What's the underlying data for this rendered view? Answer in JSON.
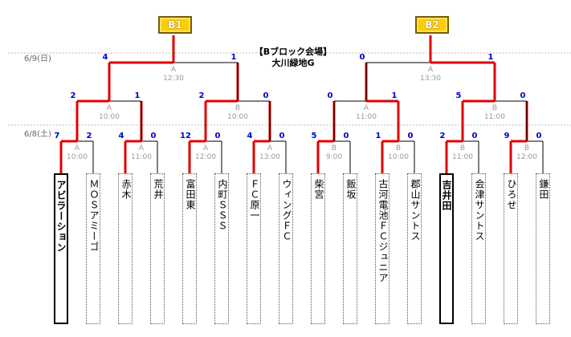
{
  "venue": {
    "line1": "【Bブロック会場】",
    "line2": "大川緑地G"
  },
  "dates": [
    {
      "label": "6/9(日)"
    },
    {
      "label": "6/8(土)"
    }
  ],
  "seeds": [
    {
      "label": "B1"
    },
    {
      "label": "B2"
    }
  ],
  "teams": [
    {
      "name": "アビラーション",
      "winner": true
    },
    {
      "name": "ＭＯＳアミーゴ",
      "winner": false
    },
    {
      "name": "赤木",
      "winner": false
    },
    {
      "name": "荒井",
      "winner": false
    },
    {
      "name": "富田東",
      "winner": false
    },
    {
      "name": "内町ＳＳＳ",
      "winner": false
    },
    {
      "name": "ＦＣ原一",
      "winner": false
    },
    {
      "name": "ウィングＦＣ",
      "winner": false
    },
    {
      "name": "柴宮",
      "winner": false
    },
    {
      "name": "飯坂",
      "winner": false
    },
    {
      "name": "古河電池ＦＣジュニア",
      "winner": false
    },
    {
      "name": "郡山サントス",
      "winner": false
    },
    {
      "name": "吉井田",
      "winner": true
    },
    {
      "name": "会津サントス",
      "winner": false
    },
    {
      "name": "ひろせ",
      "winner": false
    },
    {
      "name": "鎌田",
      "winner": false
    }
  ],
  "matches": [
    {
      "court": "A",
      "time": "10:00",
      "score_left": "7",
      "score_right": "2"
    },
    {
      "court": "A",
      "time": "11:00",
      "score_left": "4",
      "score_right": "0"
    },
    {
      "court": "A",
      "time": "12:00",
      "score_left": "12",
      "score_right": "0"
    },
    {
      "court": "A",
      "time": "13:00",
      "score_left": "4",
      "score_right": "0"
    },
    {
      "court": "B",
      "time": "9:00",
      "score_left": "5",
      "score_right": "0"
    },
    {
      "court": "B",
      "time": "10:00",
      "score_left": "1",
      "score_right": "0"
    },
    {
      "court": "B",
      "time": "11:00",
      "score_left": "2",
      "score_right": "0"
    },
    {
      "court": "B",
      "time": "12:00",
      "score_left": "9",
      "score_right": "0"
    },
    {
      "court": "A",
      "time": "10:00",
      "score_left": "2",
      "score_right": "1"
    },
    {
      "court": "B",
      "time": "10:00",
      "score_left": "2",
      "score_right": "0"
    },
    {
      "court": "A",
      "time": "11:00",
      "score_left": "0",
      "score_right": "1"
    },
    {
      "court": "B",
      "time": "11:00",
      "score_left": "5",
      "score_right": "0"
    },
    {
      "court": "A",
      "time": "12:30",
      "score_left": "4",
      "score_right": "1"
    },
    {
      "court": "A",
      "time": "13:30",
      "score_left": "0",
      "score_right": "1"
    }
  ],
  "colors": {
    "win_line": "#e00000",
    "line": "#000000",
    "score": "#0000cc",
    "meta": "#999999",
    "seed_fill": "#ffcc00"
  }
}
